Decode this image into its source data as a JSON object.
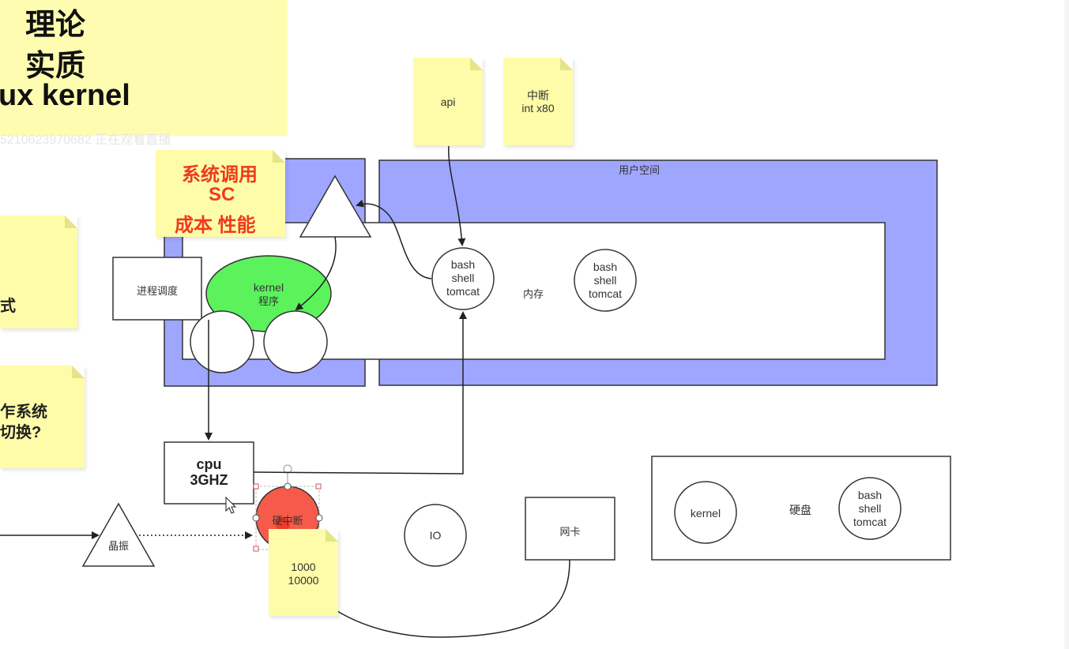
{
  "title_note": {
    "line1": "理论",
    "line2": "实质",
    "line3": "ux  kernel"
  },
  "watermark": "5210623970682 正在观看直播",
  "syscall_note": {
    "line1": "系统调用",
    "line2": "SC",
    "line3": "成本  性能"
  },
  "api_note": "api",
  "interrupt_note": {
    "line1": "中断",
    "line2": "int  x80"
  },
  "user_space_label": "用户空间",
  "scheduler_label": "进程调度",
  "kernel_blob": {
    "line1": "kernel",
    "line2": "程序"
  },
  "memory_label": "内存",
  "process_a": {
    "line1": "bash",
    "line2": "shell",
    "line3": "tomcat"
  },
  "process_b": {
    "line1": "bash",
    "line2": "shell",
    "line3": "tomcat"
  },
  "cpu": {
    "line1": "cpu",
    "line2": "3GHZ"
  },
  "hw_interrupt_label": "硬中断",
  "freq_note": {
    "line1": "1000",
    "line2": "10000"
  },
  "io_label": "IO",
  "nic_label": "网卡",
  "crystal_label": "晶振",
  "disk": {
    "label": "硬盘",
    "kernel_label": "kernel",
    "process": {
      "line1": "bash",
      "line2": "shell",
      "line3": "tomcat"
    }
  },
  "left_note_a": {
    "line1": "式"
  },
  "left_note_b": {
    "line1": "乍系统",
    "line2": "切换?"
  },
  "colors": {
    "kernel_space": "#9fa6ff",
    "kernel_blob": "#5cf25c",
    "hw_interrupt": "#f55a4a",
    "sticky": "#fefca8",
    "red_text": "#ee3b1d"
  }
}
